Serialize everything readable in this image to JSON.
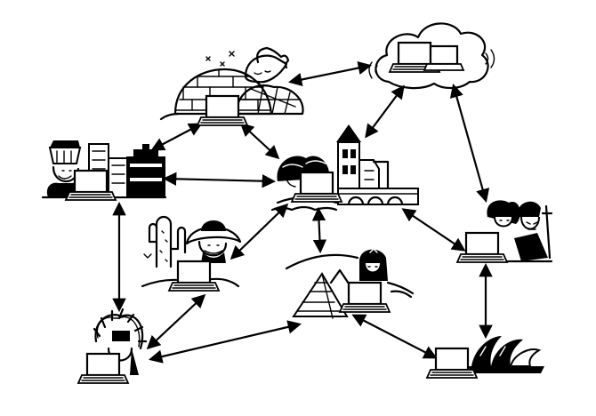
{
  "diagram": {
    "style": "black-and-white hand-drawn network illustration",
    "nodes": [
      {
        "id": "cloud",
        "icon": "cloud-laptop-icon"
      },
      {
        "id": "igloo",
        "icon": "igloo-eskimo-laptop-icon"
      },
      {
        "id": "usa",
        "icon": "uncle-sam-city-laptop-icon"
      },
      {
        "id": "europe",
        "icon": "castle-bridge-laptop-icon"
      },
      {
        "id": "mexico",
        "icon": "cactus-sombrero-laptop-icon"
      },
      {
        "id": "egypt",
        "icon": "pyramids-cleopatra-laptop-icon"
      },
      {
        "id": "japan",
        "icon": "samurai-geisha-laptop-icon"
      },
      {
        "id": "native",
        "icon": "feather-headdress-laptop-icon"
      },
      {
        "id": "sydney",
        "icon": "opera-house-laptop-icon"
      }
    ],
    "links": [
      [
        "igloo",
        "cloud"
      ],
      [
        "igloo",
        "usa"
      ],
      [
        "igloo",
        "europe"
      ],
      [
        "cloud",
        "europe"
      ],
      [
        "cloud",
        "japan"
      ],
      [
        "usa",
        "europe"
      ],
      [
        "usa",
        "native"
      ],
      [
        "europe",
        "mexico"
      ],
      [
        "europe",
        "egypt"
      ],
      [
        "europe",
        "japan"
      ],
      [
        "mexico",
        "native"
      ],
      [
        "native",
        "egypt"
      ],
      [
        "egypt",
        "sydney"
      ],
      [
        "japan",
        "sydney"
      ]
    ]
  }
}
